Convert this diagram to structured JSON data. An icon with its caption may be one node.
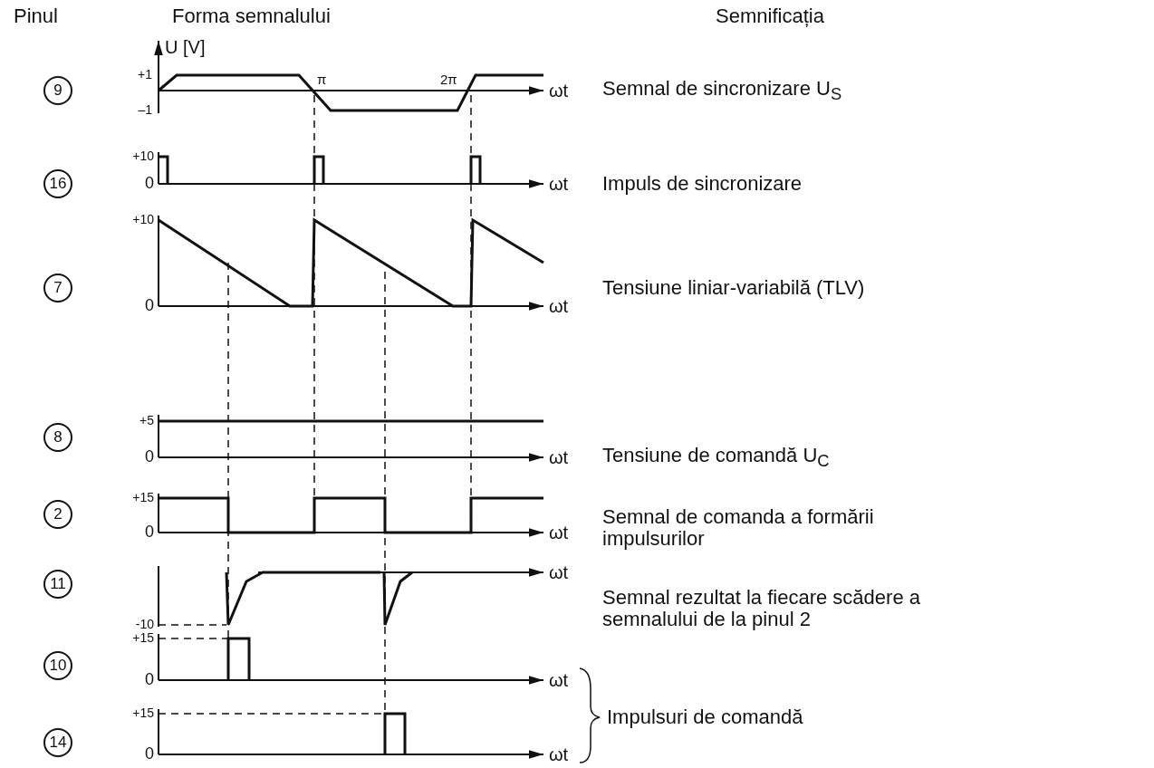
{
  "diagram": {
    "nodes": [
      {
        "text": [
          "9"
        ]
      },
      {
        "text": [
          "16"
        ]
      },
      {
        "text": [
          "7"
        ]
      },
      {
        "text": [
          "8"
        ]
      },
      {
        "text": [
          "2"
        ]
      },
      {
        "text": [
          "11"
        ]
      },
      {
        "text": [
          "10"
        ]
      },
      {
        "text": [
          "14"
        ]
      }
    ],
    "labels": [
      "Pinul",
      "Forma semnalului",
      "Semnificația",
      "U [V]",
      "+1",
      "π",
      "2π",
      "ωt",
      "–1",
      "Semnal de sincronizare U$_{S}$",
      "+10",
      "0",
      "ωt",
      "Impuls de sincronizare",
      "+10",
      "0",
      "ωt",
      "Tensiune liniar-variabilă (TLV)",
      "+5",
      "0",
      "ωt",
      "Tensiune de comandă U$_{C}$",
      "+15",
      "0",
      "ωt",
      "Semnal de comanda a formării impulsurilor",
      "ωt",
      "-10",
      "Semnal rezultat la fiecare scădere a semnalului de la pinul 2",
      "+15",
      "0",
      "ωt",
      "+15",
      "0",
      "ωt",
      "Impulsuri de comandă"
    ]
  }
}
